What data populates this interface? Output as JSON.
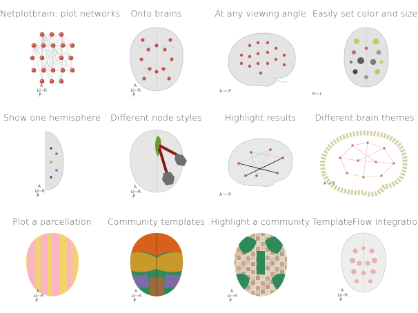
{
  "panels": [
    {
      "title": "Netplotbrain: plot networks",
      "orient": {
        "top": "A",
        "left": "L",
        "right": "R",
        "bottom": "P"
      }
    },
    {
      "title": "Onto brains",
      "orient": {
        "top": "A",
        "left": "L",
        "right": "R",
        "bottom": "P"
      }
    },
    {
      "title": "At any viewing angle",
      "orient": {
        "left": "A",
        "right": "P"
      }
    },
    {
      "title": "Easily set color and size",
      "orient": {
        "left": "R",
        "right": "L"
      }
    },
    {
      "title": "Show one hemisphere",
      "orient": {
        "top": "A",
        "left": "L",
        "right": "R",
        "bottom": "P"
      }
    },
    {
      "title": "Different node styles",
      "orient": {
        "top": "A",
        "left": "L",
        "right": "R",
        "bottom": "P"
      }
    },
    {
      "title": "Highlight results",
      "orient": {
        "left": "A",
        "right": "P"
      }
    },
    {
      "title": "Different brain themes",
      "orient": {
        "left": "A",
        "right": "P"
      }
    },
    {
      "title": "Plot a parcellation",
      "orient": {
        "top": "A",
        "left": "L",
        "right": "R",
        "bottom": "P"
      }
    },
    {
      "title": "Community templates",
      "orient": {
        "top": "A",
        "left": "L",
        "right": "R",
        "bottom": "P"
      }
    },
    {
      "title": "Highlight a community",
      "orient": {
        "top": "A",
        "left": "L",
        "right": "R",
        "bottom": "P"
      }
    },
    {
      "title": "TemplateFlow integration",
      "orient": {
        "top": "A",
        "left": "L",
        "right": "R",
        "bottom": "P"
      }
    }
  ],
  "colors": {
    "title_text": "#555555",
    "node_red": "#c0544a",
    "brain_gray": "#d9d9d9",
    "edge_gray": "#bdbdbd",
    "edge_dark_red": "#8b1a12",
    "hemisphere_green": "#6b9a2f",
    "theme_olive": "#c6c28a",
    "community_green": "#2e8b57",
    "community_orange": "#d9601a",
    "community_gold": "#c89a2a",
    "community_purple": "#7b6ca7",
    "templateflow_pink": "#e8a8a4"
  }
}
